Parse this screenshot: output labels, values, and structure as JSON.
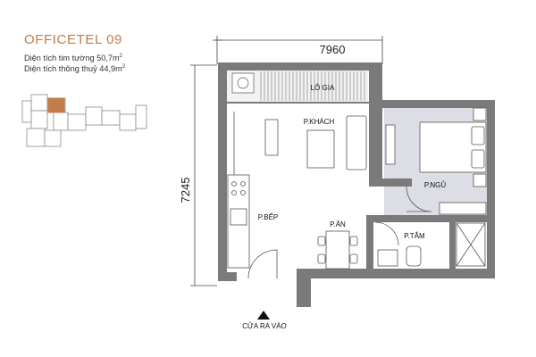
{
  "title": "OFFICETEL 09",
  "area_wall": {
    "label": "Diện tích tim tường",
    "value": "50,7",
    "unit": "m",
    "sup": "2"
  },
  "area_net": {
    "label": "Diện tích thông thuỷ",
    "value": "44,9",
    "unit": "m",
    "sup": "2"
  },
  "dimensions": {
    "width": "7960",
    "height": "7245"
  },
  "rooms": {
    "balcony": "LÔ GIA",
    "living": "P.KHÁCH",
    "bedroom": "P.NGỦ",
    "kitchen": "P.BẾP",
    "dining": "P.ĂN",
    "bath": "P.TẮM"
  },
  "entrance": "CỬA RA VÀO",
  "colors": {
    "title": "#c27c4a",
    "wall": "#7a7a7a",
    "highlight": "#c27c4a",
    "bedroom_fill": "#dcdde5",
    "balcony_fill": "#f2f2f2"
  }
}
